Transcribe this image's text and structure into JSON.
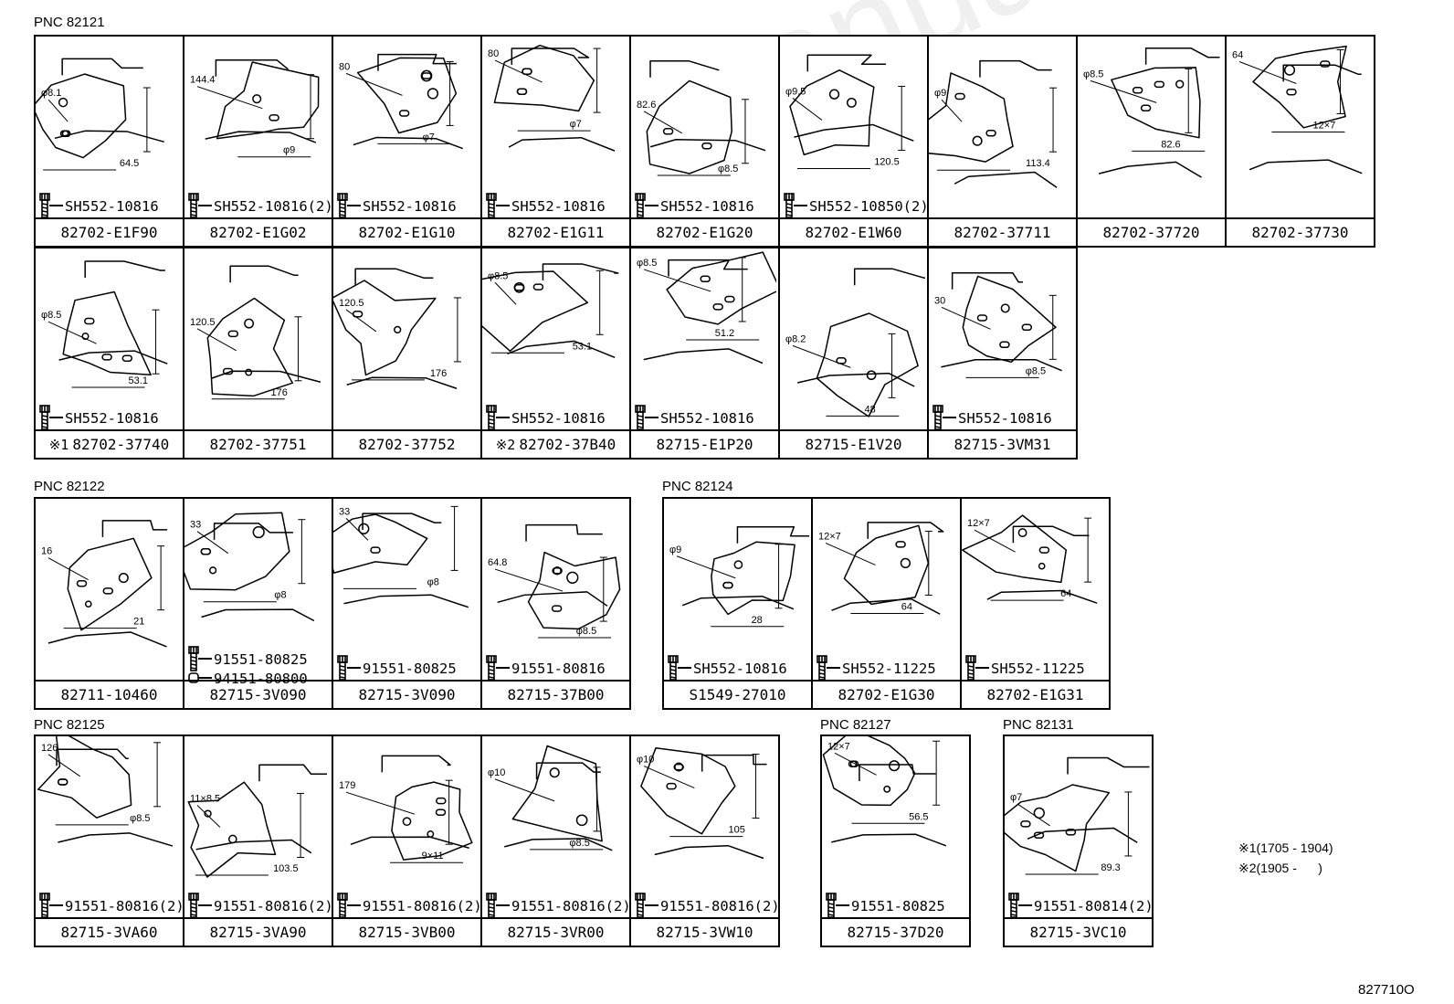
{
  "groups": [
    {
      "pnc": "PNC 82121",
      "rows": [
        [
          {
            "pn": "82702-E1F90",
            "bolt": "SH552-10816",
            "dims": [
              "φ8.1",
              "64.5"
            ]
          },
          {
            "pn": "82702-E1G02",
            "bolt": "SH552-10816(2)",
            "dims": [
              "144.4",
              "φ9"
            ]
          },
          {
            "pn": "82702-E1G10",
            "bolt": "SH552-10816",
            "dims": [
              "80",
              "φ7"
            ]
          },
          {
            "pn": "82702-E1G11",
            "bolt": "SH552-10816",
            "dims": [
              "80",
              "φ7"
            ]
          },
          {
            "pn": "82702-E1G20",
            "bolt": "SH552-10816",
            "dims": [
              "82.6",
              "φ8.5"
            ]
          },
          {
            "pn": "82702-E1W60",
            "bolt": "SH552-10850(2)",
            "dims": [
              "φ9.5",
              "120.5"
            ]
          },
          {
            "pn": "82702-37711",
            "bolt": "",
            "dims": [
              "φ9",
              "113.4"
            ]
          },
          {
            "pn": "82702-37720",
            "bolt": "",
            "dims": [
              "φ8.5",
              "82.6"
            ]
          },
          {
            "pn": "82702-37730",
            "bolt": "",
            "dims": [
              "64",
              "12×7"
            ]
          }
        ],
        [
          {
            "pn": "82702-37740",
            "mark": "※1",
            "bolt": "SH552-10816",
            "dims": [
              "φ8.5",
              "53.1"
            ]
          },
          {
            "pn": "82702-37751",
            "bolt": "",
            "dims": [
              "120.5",
              "176"
            ]
          },
          {
            "pn": "82702-37752",
            "bolt": "",
            "dims": [
              "120.5",
              "176"
            ]
          },
          {
            "pn": "82702-37B40",
            "mark": "※2",
            "bolt": "SH552-10816",
            "dims": [
              "φ8.5",
              "53.1"
            ]
          },
          {
            "pn": "82715-E1P20",
            "bolt": "SH552-10816",
            "dims": [
              "φ8.5",
              "51.2"
            ]
          },
          {
            "pn": "82715-E1V20",
            "bolt": "",
            "dims": [
              "φ8.2",
              "48"
            ]
          },
          {
            "pn": "82715-3VM31",
            "bolt": "SH552-10816",
            "dims": [
              "30",
              "φ8.5"
            ]
          }
        ]
      ]
    },
    {
      "pnc": "PNC 82122",
      "rows": [
        [
          {
            "pn": "82711-10460",
            "bolt": "",
            "dims": [
              "16",
              "21"
            ]
          },
          {
            "pn": "82715-3V090",
            "bolt": "91551-80825",
            "bolt2": "94151-80800",
            "dims": [
              "33",
              "φ8"
            ]
          },
          {
            "pn": "82715-3V090",
            "bolt": "91551-80825",
            "dims": [
              "33",
              "φ8"
            ]
          },
          {
            "pn": "82715-37B00",
            "bolt": "91551-80816",
            "dims": [
              "64.8",
              "φ8.5"
            ]
          }
        ]
      ]
    },
    {
      "pnc": "PNC 82124",
      "rows": [
        [
          {
            "pn": "S1549-27010",
            "bolt": "SH552-10816",
            "dims": [
              "φ9",
              "28"
            ]
          },
          {
            "pn": "82702-E1G30",
            "bolt": "SH552-11225",
            "dims": [
              "12×7",
              "64"
            ]
          },
          {
            "pn": "82702-E1G31",
            "bolt": "SH552-11225",
            "dims": [
              "12×7",
              "64"
            ]
          }
        ]
      ]
    },
    {
      "pnc": "PNC 82125",
      "rows": [
        [
          {
            "pn": "82715-3VA60",
            "bolt": "91551-80816(2)",
            "dims": [
              "126",
              "φ8.5"
            ]
          },
          {
            "pn": "82715-3VA90",
            "bolt": "91551-80816(2)",
            "dims": [
              "11×8.5",
              "103.5"
            ]
          },
          {
            "pn": "82715-3VB00",
            "bolt": "91551-80816(2)",
            "dims": [
              "179",
              "9×11"
            ]
          },
          {
            "pn": "82715-3VR00",
            "bolt": "91551-80816(2)",
            "dims": [
              "φ10",
              "φ8.5"
            ]
          },
          {
            "pn": "82715-3VW10",
            "bolt": "91551-80816(2)",
            "dims": [
              "φ10",
              "105"
            ]
          }
        ]
      ]
    },
    {
      "pnc": "PNC 82127",
      "rows": [
        [
          {
            "pn": "82715-37D20",
            "bolt": "91551-80825",
            "dims": [
              "12×7",
              "56.5"
            ]
          }
        ]
      ]
    },
    {
      "pnc": "PNC 82131",
      "rows": [
        [
          {
            "pn": "82715-3VC10",
            "bolt": "91551-80814(2)",
            "dims": [
              "φ7",
              "89.3"
            ]
          }
        ]
      ]
    }
  ],
  "notes": [
    "※1(1705 - 1904)",
    "※2(1905 -      )"
  ],
  "diagram_code": "827710O",
  "watermark": "ToyotaCarManuals"
}
